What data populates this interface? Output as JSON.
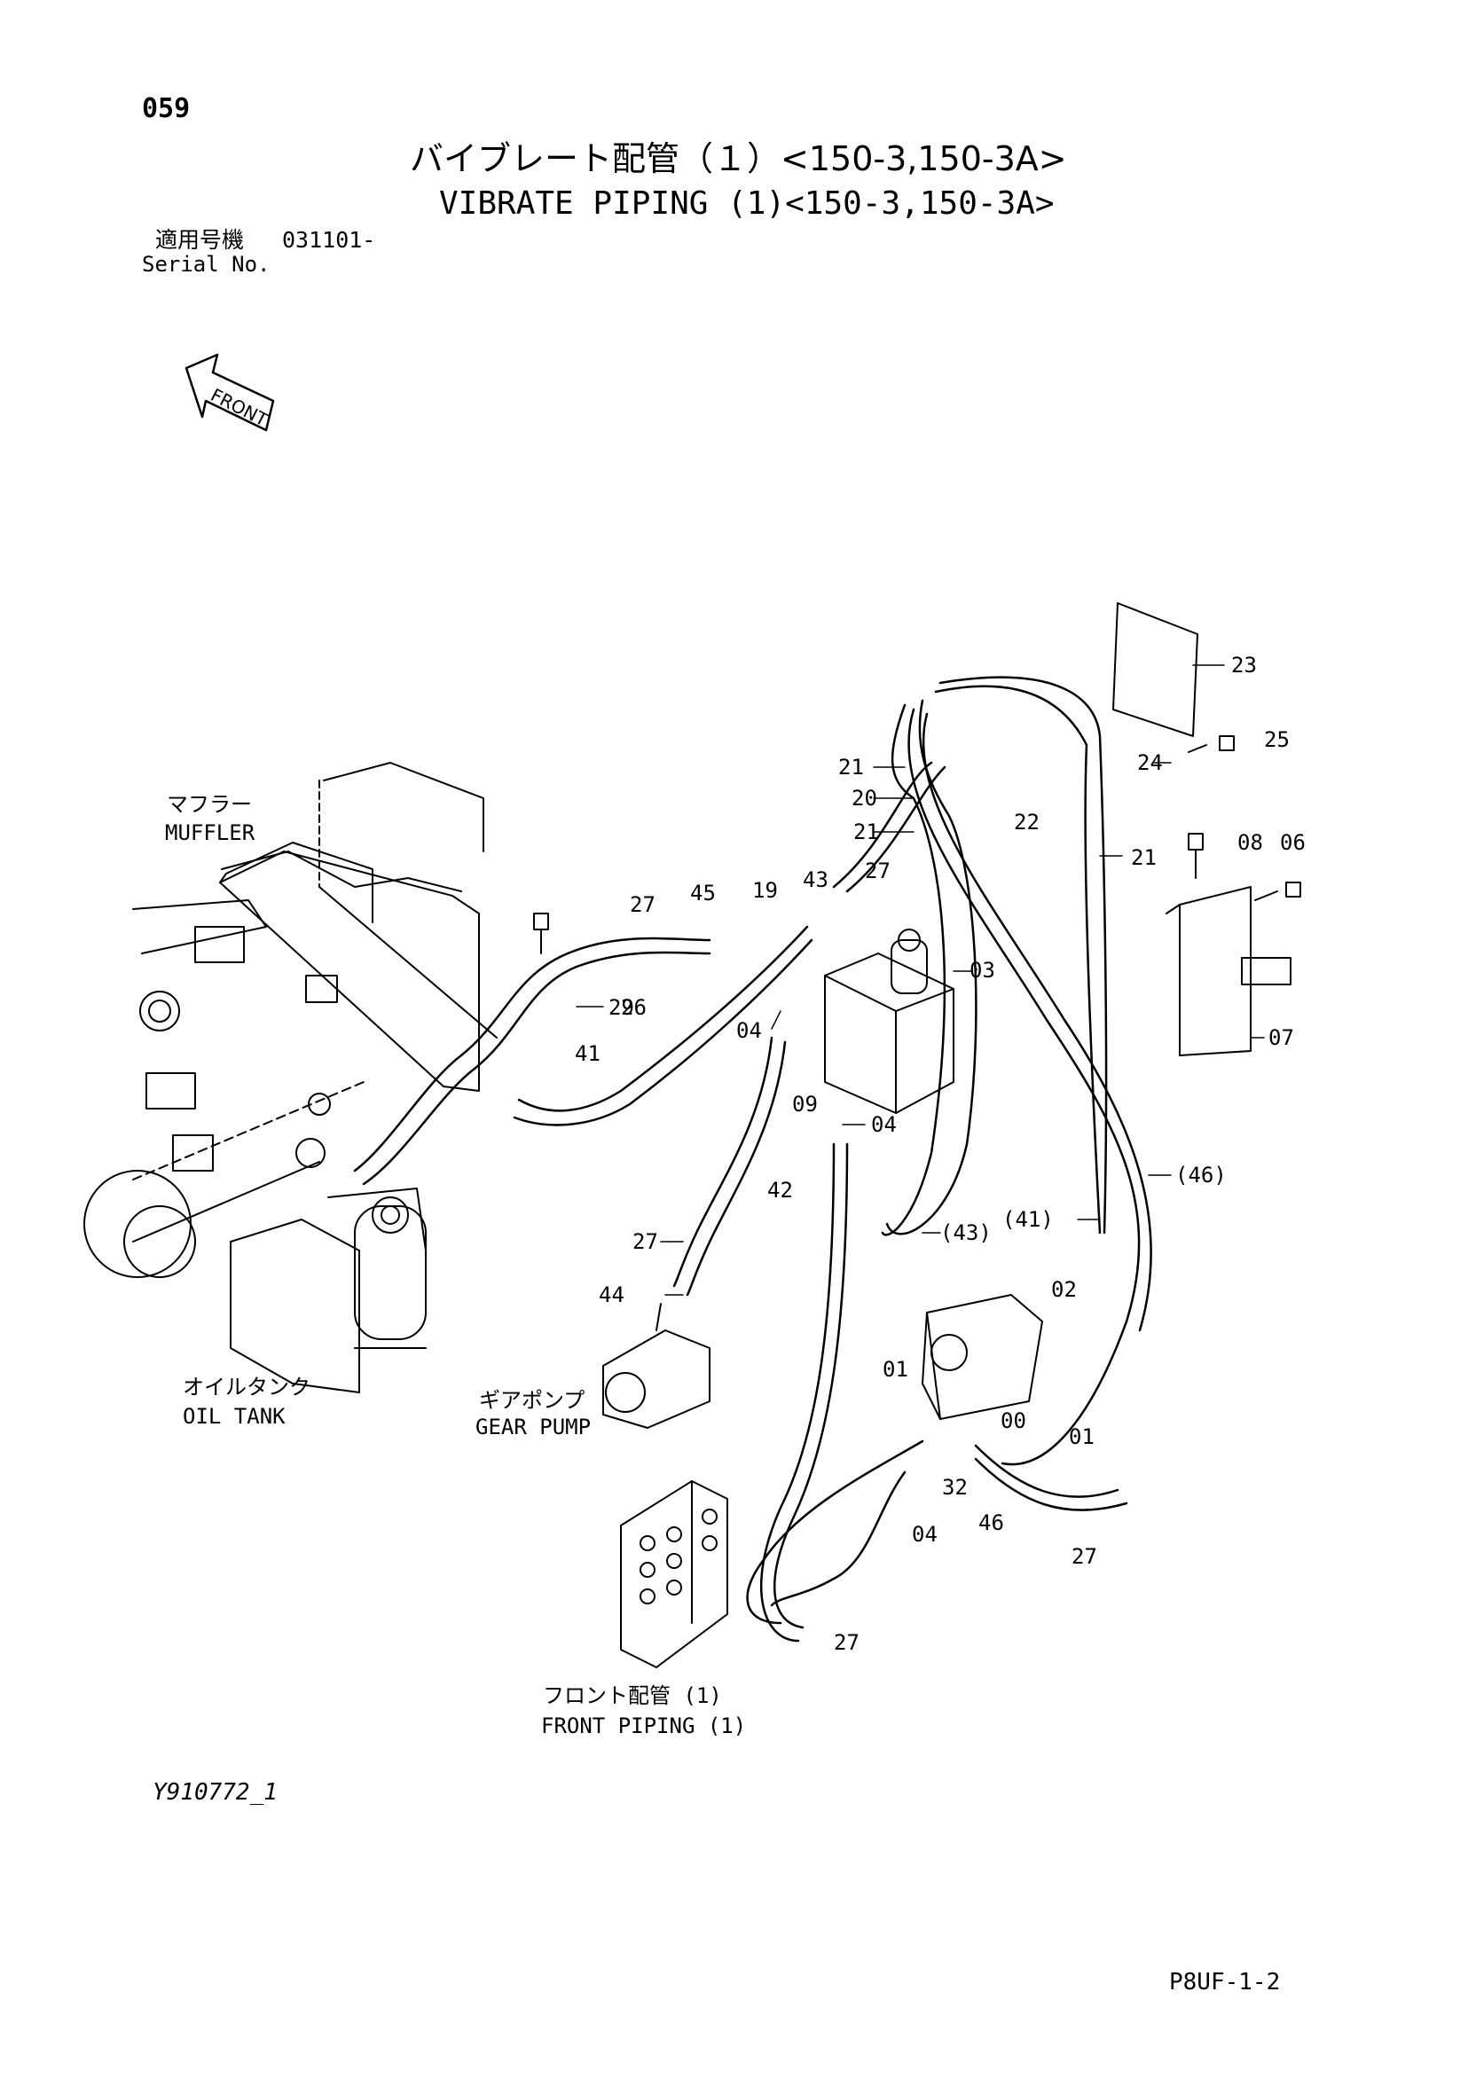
{
  "page_number": "059",
  "title_jp": "バイブレート配管（１）<150-3,150-3A>",
  "title_en": "VIBRATE PIPING (1)<150-3,150-3A>",
  "serial": {
    "label_jp": "適用号機",
    "value": "031101-",
    "label_en": "Serial No."
  },
  "front_arrow": "FRONT",
  "labels": {
    "muffler_jp": "マフラー",
    "muffler_en": "MUFFLER",
    "oil_tank_jp": "オイルタンク",
    "oil_tank_en": "OIL TANK",
    "gear_pump_jp": "ギアポンプ",
    "gear_pump_en": "GEAR PUMP",
    "front_piping_jp": "フロント配管 (1)",
    "front_piping_en": "FRONT PIPING (1)"
  },
  "part_numbers": {
    "p23": "23",
    "p25": "25",
    "p24": "24",
    "p21a": "21",
    "p20": "20",
    "p21b": "21",
    "p22": "22",
    "p21c": "21",
    "p08": "08",
    "p06": "06",
    "p27a": "27",
    "p45": "45",
    "p19": "19",
    "p43": "43",
    "p27b": "27",
    "p03": "03",
    "p29": "29",
    "p04a": "04",
    "p07": "07",
    "p41": "41",
    "p26": "26",
    "p09": "09",
    "p04b": "04",
    "p42": "42",
    "p46": "(46)",
    "p43b": "(43)",
    "p41b": "(41)",
    "p27c": "27",
    "p44": "44",
    "p02": "02",
    "p01a": "01",
    "p00": "00",
    "p01b": "01",
    "p32": "32",
    "p04c": "04",
    "p46b": "46",
    "p27d": "27",
    "p27e": "27"
  },
  "drawing_id": "Y910772_1",
  "page_code": "P8UF-1-2"
}
